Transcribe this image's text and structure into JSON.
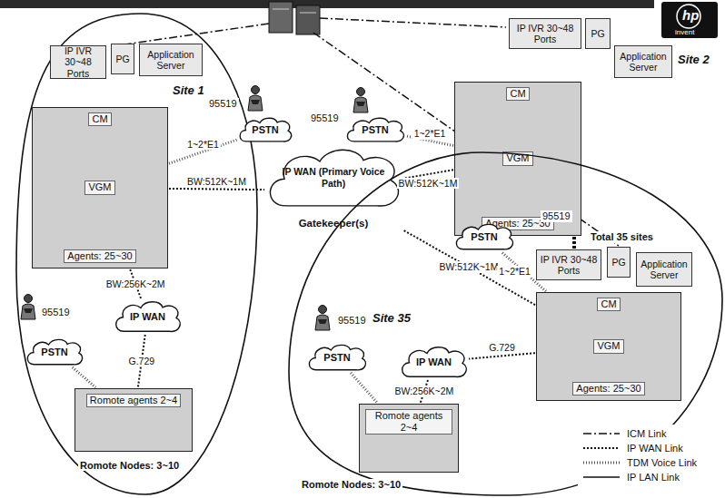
{
  "diagram": {
    "nodes": [
      {
        "text": [
          "Site 1",
          "Romote Nodes: 3~10"
        ]
      },
      {
        "text": [
          "IP IVR 30~48 Ports"
        ],
        "in": 0
      },
      {
        "text": [
          "PG"
        ],
        "in": 0
      },
      {
        "text": [
          "Application Server"
        ],
        "in": 0
      },
      {
        "text": [
          "CM",
          "VGM",
          "Agents: 25~30"
        ],
        "in": 0
      },
      {
        "text": [
          "IP WAN"
        ],
        "in": 0
      },
      {
        "text": [
          "PSTN"
        ],
        "in": 0
      },
      {
        "text": [
          "Romote agents 2~4"
        ],
        "in": 0
      },
      {
        "text": [
          "PSTN"
        ]
      },
      {
        "text": [
          "IP WAN (Primary Voice Path)",
          "Gatekeeper(s)"
        ]
      },
      {
        "text": [
          "PSTN"
        ]
      },
      {
        "text": [
          "IP IVR 30~48 Ports"
        ]
      },
      {
        "text": [
          "PG"
        ]
      },
      {
        "text": [
          "Application Server"
        ]
      },
      {
        "text": [
          "CM",
          "VGM",
          "Agents: 25~30"
        ]
      },
      {
        "text": [
          "Site 35",
          "Romote Nodes: 3~10"
        ]
      },
      {
        "text": [
          "PSTN"
        ],
        "in": 15
      },
      {
        "text": [
          "IP IVR 30~48 Ports"
        ],
        "in": 15
      },
      {
        "text": [
          "PG"
        ],
        "in": 15
      },
      {
        "text": [
          "Application Server"
        ],
        "in": 15
      },
      {
        "text": [
          "CM",
          "VGM",
          "Agents: 25~30"
        ],
        "in": 15
      },
      {
        "text": [
          "PSTN"
        ],
        "in": 15
      },
      {
        "text": [
          "IP WAN"
        ],
        "in": 15
      },
      {
        "text": [
          "Romote agents 2~4"
        ],
        "in": 15
      }
    ],
    "edges": [
      {
        "from": 4,
        "to": 8,
        "arrow": "none",
        "label": "1~2*E1"
      },
      {
        "from": 4,
        "to": 9,
        "arrow": "none",
        "label": "BW:512K~1M"
      },
      {
        "from": 4,
        "to": 5,
        "arrow": "none",
        "label": "BW:256K~2M"
      },
      {
        "from": 5,
        "to": 7,
        "arrow": "none",
        "label": "G.729"
      },
      {
        "from": 6,
        "to": 7,
        "arrow": "none"
      },
      {
        "from": 14,
        "to": 10,
        "arrow": "none",
        "label": "1~2*E1"
      },
      {
        "from": 14,
        "to": 9,
        "arrow": "none",
        "label": "BW:512K~1M"
      },
      {
        "from": 20,
        "to": 9,
        "arrow": "none",
        "label": "BW:512K~1M"
      },
      {
        "from": 20,
        "to": 16,
        "arrow": "none",
        "label": "1~2*E1"
      },
      {
        "from": 20,
        "to": 22,
        "arrow": "none",
        "label": "G.729"
      },
      {
        "from": 22,
        "to": 23,
        "arrow": "none",
        "label": "BW:256K~2M"
      },
      {
        "from": 21,
        "to": 23,
        "arrow": "none"
      }
    ],
    "labels": [
      "hp",
      "invent",
      "Site 2",
      "95519",
      "95519",
      "95519",
      "95519",
      "95519",
      "Total 35 sites"
    ],
    "legend": [
      {
        "text": "ICM Link"
      },
      {
        "text": "IP WAN Link"
      },
      {
        "text": "TDM Voice Link"
      },
      {
        "text": "IP LAN Link"
      }
    ]
  }
}
